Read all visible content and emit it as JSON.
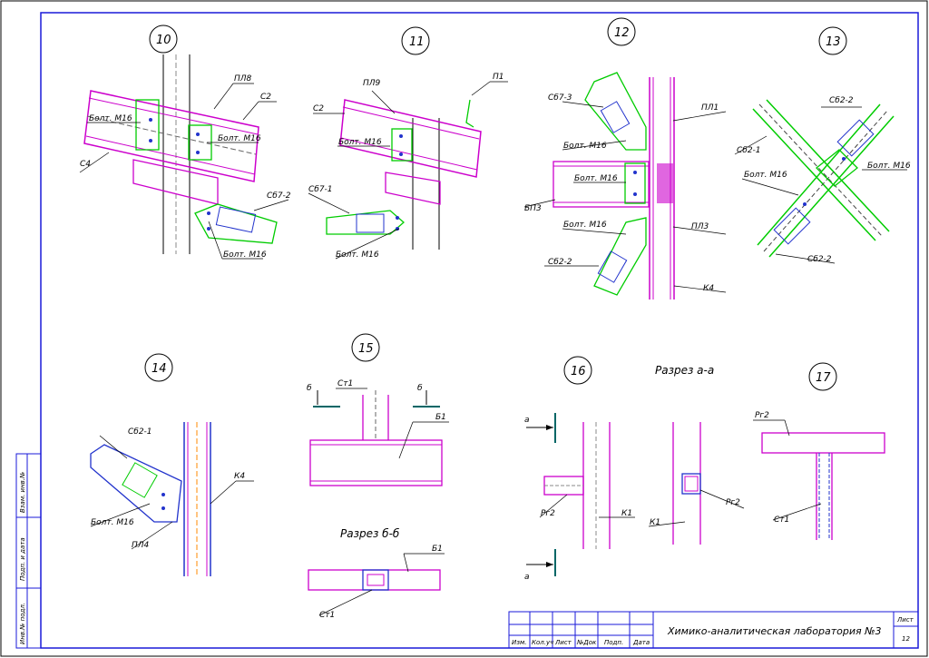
{
  "drawing": {
    "sheet_title": "Химико-аналитическая лаборатория №3",
    "sheet_label": "Лист",
    "sheet_number": "12",
    "stamp_columns": [
      "Изм.",
      "Кол.уч",
      "Лист",
      "№Док",
      "Подп.",
      "Дата"
    ],
    "side_stamp": [
      "Взам. инв.№",
      "Подп. и дата",
      "Инв.№ подл."
    ]
  },
  "nodes": {
    "n10": "10",
    "n11": "11",
    "n12": "12",
    "n13": "13",
    "n14": "14",
    "n15": "15",
    "n16": "16",
    "n17": "17"
  },
  "labels": {
    "pl8": "ПЛ8",
    "c2": "С2",
    "bolt": "Болт. М16",
    "c4": "С4",
    "sb7_2": "Сб7-2",
    "pl9": "ПЛ9",
    "p1": "П1",
    "sb7_1": "Сб7-1",
    "sb7_3": "Сб7-3",
    "pl1": "ПЛ1",
    "bp3": "БП3",
    "pl3": "ПЛ3",
    "sb2_2": "Сб2-2",
    "k4": "К4",
    "sb2_1": "Сб2-1",
    "pl4": "ПЛ4",
    "st1": "Ст1",
    "b1": "Б1",
    "b_mark": "б",
    "razrez_bb": "Разрез б-б",
    "razrez_aa": "Разрез а-а",
    "a_mark": "а",
    "rg2": "Рг2",
    "k1": "К1"
  },
  "colors": {
    "magenta": "#cc00cc",
    "green": "#00cc00",
    "blue": "#2233cc",
    "orange": "#ff8800",
    "teal": "#006666"
  }
}
